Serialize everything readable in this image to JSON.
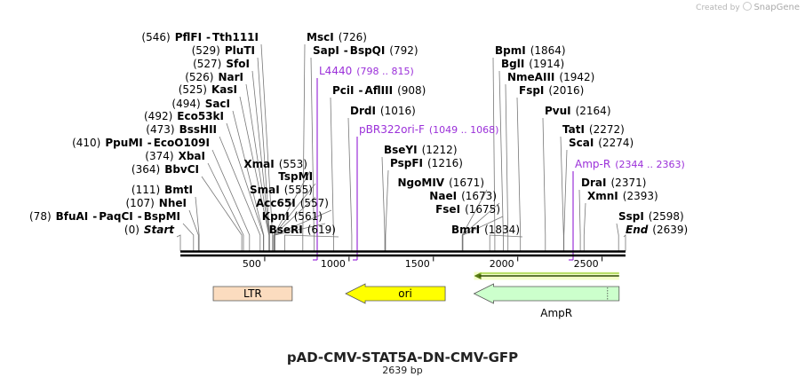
{
  "watermark": {
    "prefix": "Created by",
    "brand": "SnapGene"
  },
  "plasmid": {
    "name": "pAD-CMV-STAT5A-DN-CMV-GFP",
    "size_label": "2639 bp",
    "length": 2639
  },
  "colors": {
    "line": "#000000",
    "label": "#000000",
    "primer": "#9b30d9",
    "leader": "#777777"
  },
  "scale": {
    "ticks": [
      500,
      1000,
      1500,
      2000,
      2500
    ]
  },
  "sites": [
    {
      "parts": [
        {
          "t": "(546)",
          "s": "pos"
        },
        {
          "t": "PflFI",
          "s": "name"
        },
        {
          "t": "- ",
          "s": "sep"
        },
        {
          "t": "Tth111I",
          "s": "name"
        }
      ],
      "pos": 546
    },
    {
      "parts": [
        {
          "t": "(529)",
          "s": "pos"
        },
        {
          "t": "PluTI",
          "s": "name"
        }
      ],
      "pos": 529
    },
    {
      "parts": [
        {
          "t": "(527)",
          "s": "pos"
        },
        {
          "t": "SfoI",
          "s": "name"
        }
      ],
      "pos": 527
    },
    {
      "parts": [
        {
          "t": "(526)",
          "s": "pos"
        },
        {
          "t": "NarI",
          "s": "name"
        }
      ],
      "pos": 526
    },
    {
      "parts": [
        {
          "t": "(525)",
          "s": "pos"
        },
        {
          "t": "KasI",
          "s": "name"
        }
      ],
      "pos": 525
    },
    {
      "parts": [
        {
          "t": "(494)",
          "s": "pos"
        },
        {
          "t": "SacI",
          "s": "name"
        }
      ],
      "pos": 494
    },
    {
      "parts": [
        {
          "t": "(492)",
          "s": "pos"
        },
        {
          "t": "Eco53kI",
          "s": "name"
        }
      ],
      "pos": 492
    },
    {
      "parts": [
        {
          "t": "(473)",
          "s": "pos"
        },
        {
          "t": "BssHII",
          "s": "name"
        }
      ],
      "pos": 473
    },
    {
      "parts": [
        {
          "t": "(410)",
          "s": "pos"
        },
        {
          "t": "PpuMI",
          "s": "name"
        },
        {
          "t": "- ",
          "s": "sep"
        },
        {
          "t": "EcoO109I",
          "s": "name"
        }
      ],
      "pos": 410
    },
    {
      "parts": [
        {
          "t": "(374)",
          "s": "pos"
        },
        {
          "t": "XbaI",
          "s": "name"
        }
      ],
      "pos": 374
    },
    {
      "parts": [
        {
          "t": "(364)",
          "s": "pos"
        },
        {
          "t": "BbvCI",
          "s": "name"
        }
      ],
      "pos": 364
    },
    {
      "parts": [
        {
          "t": "(111)",
          "s": "pos"
        },
        {
          "t": "BmtI",
          "s": "name"
        }
      ],
      "pos": 111
    },
    {
      "parts": [
        {
          "t": "(107)",
          "s": "pos"
        },
        {
          "t": "NheI",
          "s": "name"
        }
      ],
      "pos": 107
    },
    {
      "parts": [
        {
          "t": "(78)",
          "s": "pos"
        },
        {
          "t": "BfuAI",
          "s": "name"
        },
        {
          "t": "- ",
          "s": "sep"
        },
        {
          "t": "PaqCI",
          "s": "name"
        },
        {
          "t": "- ",
          "s": "sep"
        },
        {
          "t": "BspMI",
          "s": "name"
        }
      ],
      "pos": 78
    },
    {
      "parts": [
        {
          "t": "(0)",
          "s": "pos"
        },
        {
          "t": "Start",
          "s": "italic"
        }
      ],
      "pos": 0
    },
    {
      "parts": [
        {
          "t": "MscI",
          "s": "name"
        },
        {
          "t": "(726)",
          "s": "pos"
        }
      ],
      "pos": 726
    },
    {
      "parts": [
        {
          "t": "SapI",
          "s": "name"
        },
        {
          "t": "- ",
          "s": "sep"
        },
        {
          "t": "BspQI",
          "s": "name"
        },
        {
          "t": "(792)",
          "s": "pos"
        }
      ],
      "pos": 792
    },
    {
      "parts": [
        {
          "t": "L4440",
          "s": "primer"
        },
        {
          "t": "(798 .. 815)",
          "s": "primerpos"
        }
      ],
      "pos": 798,
      "primer": true
    },
    {
      "parts": [
        {
          "t": "PciI",
          "s": "name"
        },
        {
          "t": "- ",
          "s": "sep"
        },
        {
          "t": "AflIII",
          "s": "name"
        },
        {
          "t": "(908)",
          "s": "pos"
        }
      ],
      "pos": 908
    },
    {
      "parts": [
        {
          "t": "DrdI",
          "s": "name"
        },
        {
          "t": "(1016)",
          "s": "pos"
        }
      ],
      "pos": 1016
    },
    {
      "parts": [
        {
          "t": "pBR322ori-F",
          "s": "primer"
        },
        {
          "t": "(1049 .. 1068)",
          "s": "primerpos"
        }
      ],
      "pos": 1049,
      "primer": true
    },
    {
      "parts": [
        {
          "t": "BseYI",
          "s": "name"
        },
        {
          "t": "(1212)",
          "s": "pos"
        }
      ],
      "pos": 1212
    },
    {
      "parts": [
        {
          "t": "PspFI",
          "s": "name"
        },
        {
          "t": "(1216)",
          "s": "pos"
        }
      ],
      "pos": 1216
    },
    {
      "parts": [
        {
          "t": "XmaI",
          "s": "name"
        },
        {
          "t": "(553)",
          "s": "pos"
        }
      ],
      "pos": 553
    },
    {
      "parts": [
        {
          "t": "TspMI",
          "s": "name"
        }
      ],
      "pos": 553
    },
    {
      "parts": [
        {
          "t": "SmaI",
          "s": "name"
        },
        {
          "t": "(555)",
          "s": "pos"
        }
      ],
      "pos": 555
    },
    {
      "parts": [
        {
          "t": "Acc65I",
          "s": "name"
        },
        {
          "t": "(557)",
          "s": "pos"
        }
      ],
      "pos": 557
    },
    {
      "parts": [
        {
          "t": "KpnI",
          "s": "name"
        },
        {
          "t": "(561)",
          "s": "pos"
        }
      ],
      "pos": 561
    },
    {
      "parts": [
        {
          "t": "BseRI",
          "s": "name"
        },
        {
          "t": "(619)",
          "s": "pos"
        }
      ],
      "pos": 619
    },
    {
      "parts": [
        {
          "t": "BpmI",
          "s": "name"
        },
        {
          "t": "(1864)",
          "s": "pos"
        }
      ],
      "pos": 1864
    },
    {
      "parts": [
        {
          "t": "BglI",
          "s": "name"
        },
        {
          "t": "(1914)",
          "s": "pos"
        }
      ],
      "pos": 1914
    },
    {
      "parts": [
        {
          "t": "NmeAIII",
          "s": "name"
        },
        {
          "t": "(1942)",
          "s": "pos"
        }
      ],
      "pos": 1942
    },
    {
      "parts": [
        {
          "t": "FspI",
          "s": "name"
        },
        {
          "t": "(2016)",
          "s": "pos"
        }
      ],
      "pos": 2016
    },
    {
      "parts": [
        {
          "t": "PvuI",
          "s": "name"
        },
        {
          "t": "(2164)",
          "s": "pos"
        }
      ],
      "pos": 2164
    },
    {
      "parts": [
        {
          "t": "TatI",
          "s": "name"
        },
        {
          "t": "(2272)",
          "s": "pos"
        }
      ],
      "pos": 2272
    },
    {
      "parts": [
        {
          "t": "ScaI",
          "s": "name"
        },
        {
          "t": "(2274)",
          "s": "pos"
        }
      ],
      "pos": 2274
    },
    {
      "parts": [
        {
          "t": "Amp-R",
          "s": "primer"
        },
        {
          "t": "(2344 .. 2363)",
          "s": "primerpos"
        }
      ],
      "pos": 2344,
      "primer": true
    },
    {
      "parts": [
        {
          "t": "DraI",
          "s": "name"
        },
        {
          "t": "(2371)",
          "s": "pos"
        }
      ],
      "pos": 2371
    },
    {
      "parts": [
        {
          "t": "XmnI",
          "s": "name"
        },
        {
          "t": "(2393)",
          "s": "pos"
        }
      ],
      "pos": 2393
    },
    {
      "parts": [
        {
          "t": "SspI",
          "s": "name"
        },
        {
          "t": "(2598)",
          "s": "pos"
        }
      ],
      "pos": 2598
    },
    {
      "parts": [
        {
          "t": "End",
          "s": "italic"
        },
        {
          "t": "(2639)",
          "s": "pos"
        }
      ],
      "pos": 2639
    },
    {
      "parts": [
        {
          "t": "NgoMIV",
          "s": "name"
        },
        {
          "t": "(1671)",
          "s": "pos"
        }
      ],
      "pos": 1671
    },
    {
      "parts": [
        {
          "t": "NaeI",
          "s": "name"
        },
        {
          "t": "(1673)",
          "s": "pos"
        }
      ],
      "pos": 1673
    },
    {
      "parts": [
        {
          "t": "FseI",
          "s": "name"
        },
        {
          "t": "(1675)",
          "s": "pos"
        }
      ],
      "pos": 1675
    },
    {
      "parts": [
        {
          "t": "BmrI",
          "s": "name"
        },
        {
          "t": "(1834)",
          "s": "pos"
        }
      ],
      "pos": 1834
    }
  ],
  "features": [
    {
      "name": "LTR",
      "start": 195,
      "end": 663,
      "direction": "none",
      "color": "#fbdcbf",
      "label_position": "inside"
    },
    {
      "name": "ori",
      "start": 980,
      "end": 1570,
      "direction": "left",
      "color": "#ffff00",
      "label_position": "inside"
    },
    {
      "name": "AmpR",
      "start": 1741,
      "end": 2601,
      "direction": "left",
      "color": "#ccffcc",
      "label_position": "below"
    },
    {
      "name": "",
      "start": 1741,
      "end": 2601,
      "direction": "left",
      "color": "#99cc33",
      "label_position": "none",
      "style": "thin"
    }
  ]
}
